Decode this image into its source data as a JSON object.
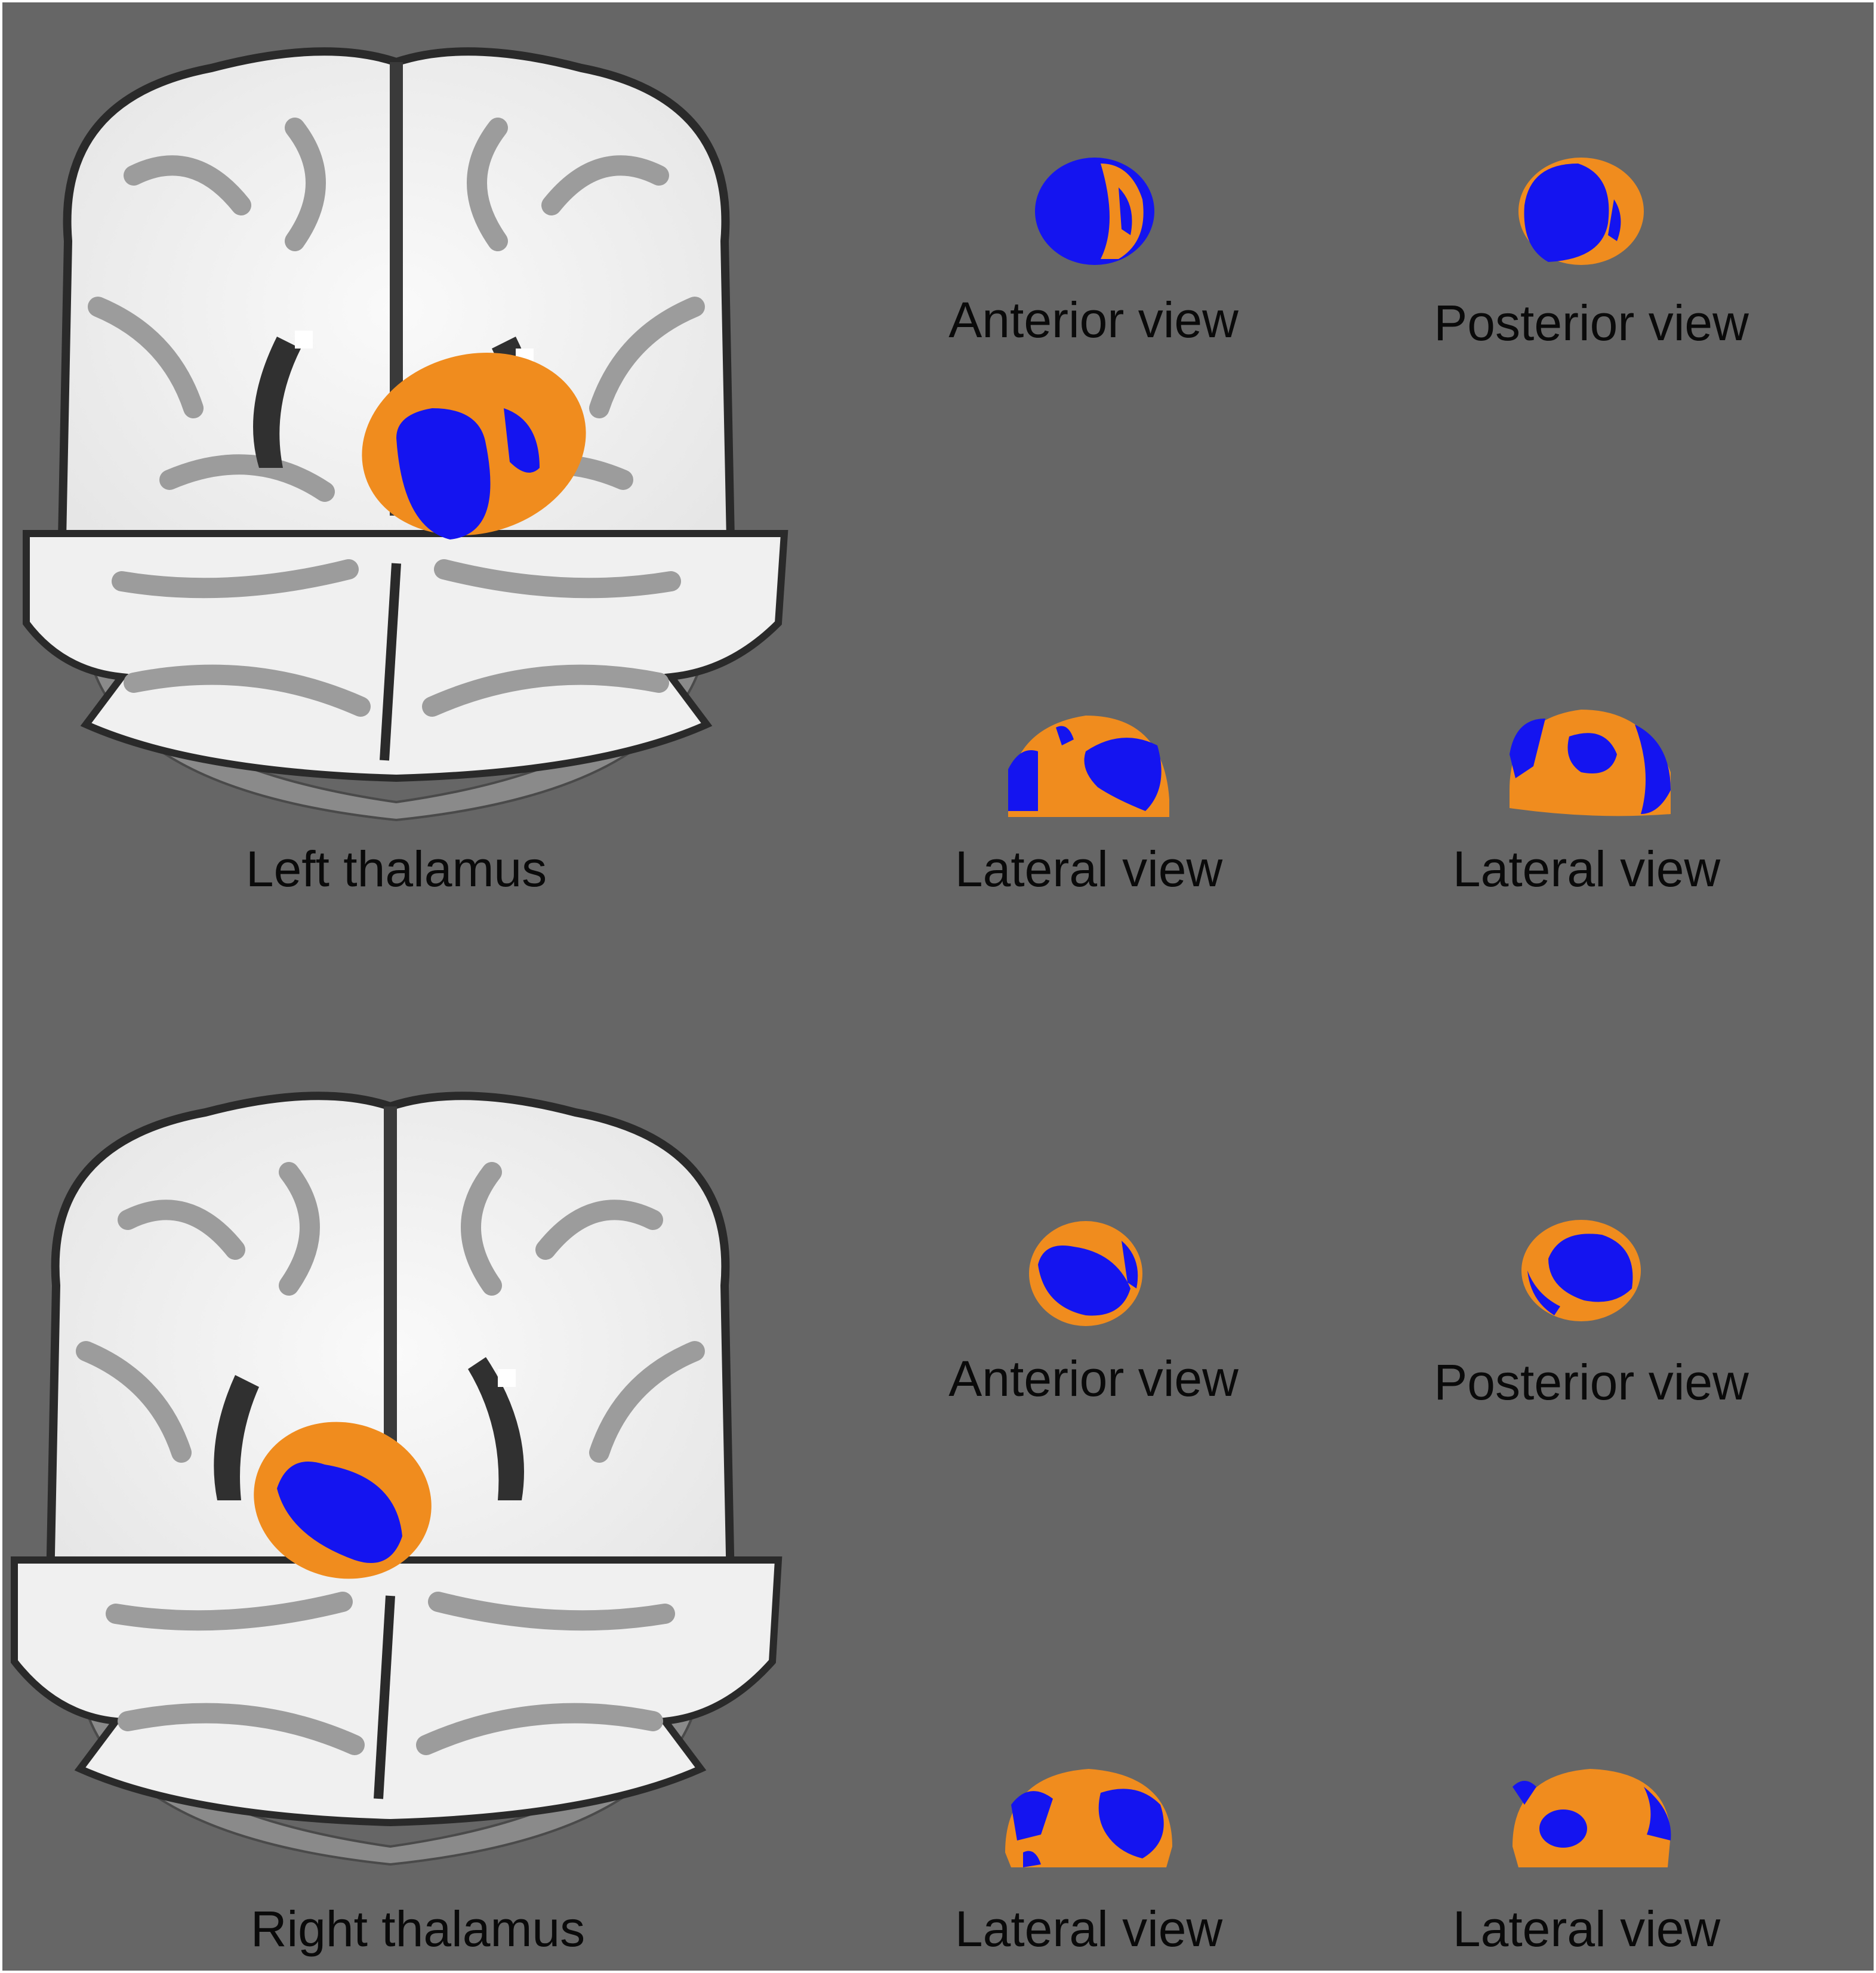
{
  "colors": {
    "background": "#666666",
    "border": "#ffffff",
    "brain_white": "#f6f6f6",
    "brain_gray": "#9a9a9a",
    "brain_dark": "#2a2a2a",
    "thalamus_blue": "#1414f0",
    "thalamus_orange": "#f08c1e"
  },
  "top": {
    "brain_label": "Left thalamus",
    "views": [
      {
        "label": "Anterior view"
      },
      {
        "label": "Posterior view"
      },
      {
        "label": "Lateral view"
      },
      {
        "label": "Lateral view"
      }
    ]
  },
  "bottom": {
    "brain_label": "Right thalamus",
    "views": [
      {
        "label": "Anterior view"
      },
      {
        "label": "Posterior view"
      },
      {
        "label": "Lateral view"
      },
      {
        "label": "Lateral view"
      }
    ]
  }
}
